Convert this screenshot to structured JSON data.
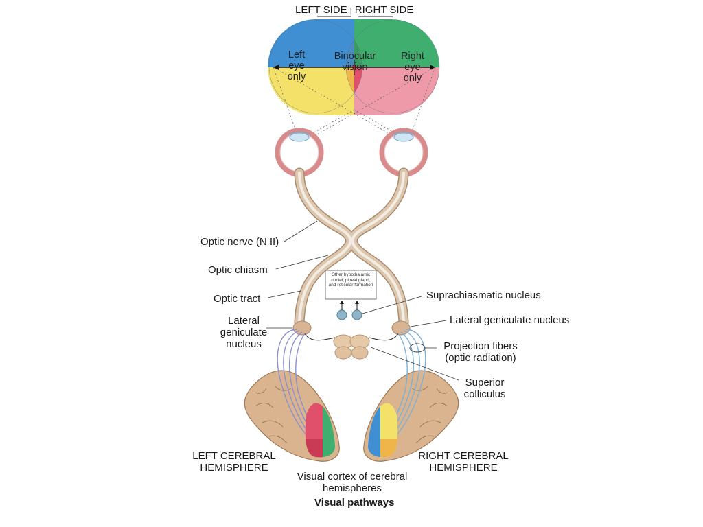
{
  "visual_field": {
    "left_side": "LEFT SIDE",
    "divider": "|",
    "right_side": "RIGHT SIDE",
    "left_eye_only": "Left\neye\nonly",
    "binocular_vision": "Binocular\nvision",
    "right_eye_only": "Right\neye\nonly"
  },
  "labels": {
    "optic_nerve": "Optic nerve (N II)",
    "optic_chiasm": "Optic chiasm",
    "optic_tract": "Optic tract",
    "lgn_left": "Lateral\ngeniculate\nnucleus",
    "other_nuclei": "Other hypothalamic nuclei, pineal gland, and reticular formation",
    "suprachiasmatic": "Suprachiasmatic nucleus",
    "lgn_right": "Lateral geniculate nucleus",
    "projection_fibers": "Projection fibers\n(optic radiation)",
    "superior_colliculus": "Superior\ncolliculus",
    "left_hemisphere": "LEFT CEREBRAL\nHEMISPHERE",
    "right_hemisphere": "RIGHT CEREBRAL\nHEMISPHERE",
    "visual_cortex": "Visual cortex of cerebral\nhemispheres"
  },
  "caption": "Visual pathways",
  "colors": {
    "blue": "#3f8fd2",
    "green": "#3fae6e",
    "yellow": "#f3e169",
    "red": "#e0506a",
    "orange": "#f0b54a",
    "pink": "#ee9aa8",
    "nerve": "#d9c3a8",
    "brain": "#d7b08a"
  }
}
